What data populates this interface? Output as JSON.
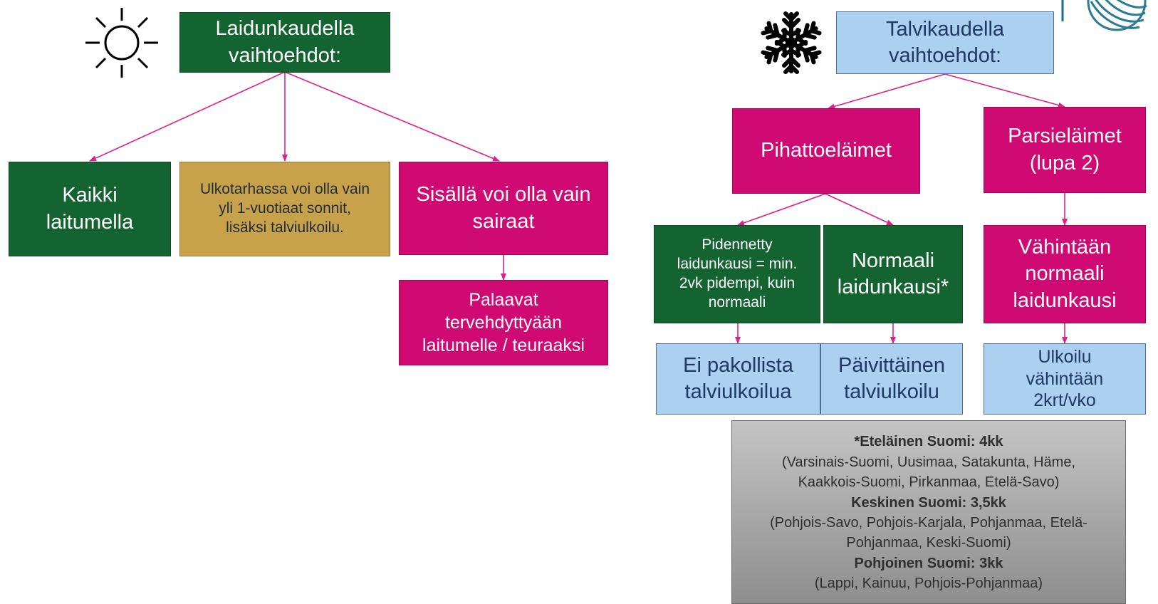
{
  "colors": {
    "green": "#136430",
    "magenta": "#cf0b73",
    "light_blue": "#acd0ef",
    "gold": "#c8a24b",
    "grey": "#a6a6a6",
    "arrow": "#e0208a"
  },
  "icons": {
    "summer": "sun-icon",
    "winter": "snowflake-icon",
    "corner": "yarn-ball-logo"
  },
  "summer": {
    "title": [
      "Laidunkaudella",
      "vaihtoehdot:"
    ],
    "all_on_pasture": [
      "Kaikki",
      "laitumella"
    ],
    "outdoor_pen": [
      "Ulkotarhassa voi olla vain",
      "yli 1-vuotiaat sonnit,",
      "lisäksi talviulkoilu."
    ],
    "indoor_sick": [
      "Sisällä voi olla vain",
      "sairaat"
    ],
    "return": [
      "Palaavat",
      "tervehdyttyään",
      "laitumelle / teuraaksi"
    ]
  },
  "winter": {
    "title": [
      "Talvikaudella",
      "vaihtoehdot:"
    ],
    "free_stall": [
      "Pihattoeläimet"
    ],
    "tied": [
      "Parsieläimet",
      "(lupa 2)"
    ],
    "extended": [
      "Pidennetty",
      "laidunkausi = min.",
      "2vk pidempi, kuin",
      "normaali"
    ],
    "normal": [
      "Normaali",
      "laidunkausi*"
    ],
    "at_least_normal": [
      "Vähintään",
      "normaali",
      "laidunkausi"
    ],
    "no_required": [
      "Ei pakollista",
      "talviulkoilua"
    ],
    "daily": [
      "Päivittäinen",
      "talviulkoilu"
    ],
    "twice_weekly": [
      "Ulkoilu",
      "vähintään",
      "2krt/vko"
    ]
  },
  "footnote": {
    "south_title": "*Eteläinen Suomi: 4kk",
    "south_regions": [
      "(Varsinais-Suomi, Uusimaa, Satakunta, Häme,",
      "Kaakkois-Suomi, Pirkanmaa, Etelä-Savo)"
    ],
    "central_title": "Keskinen Suomi: 3,5kk",
    "central_regions": [
      "(Pohjois-Savo, Pohjois-Karjala, Pohjanmaa, Etelä-",
      "Pohjanmaa, Keski-Suomi)"
    ],
    "north_title": "Pohjoinen Suomi: 3kk",
    "north_regions": [
      "(Lappi, Kainuu, Pohjois-Pohjanmaa)"
    ]
  }
}
